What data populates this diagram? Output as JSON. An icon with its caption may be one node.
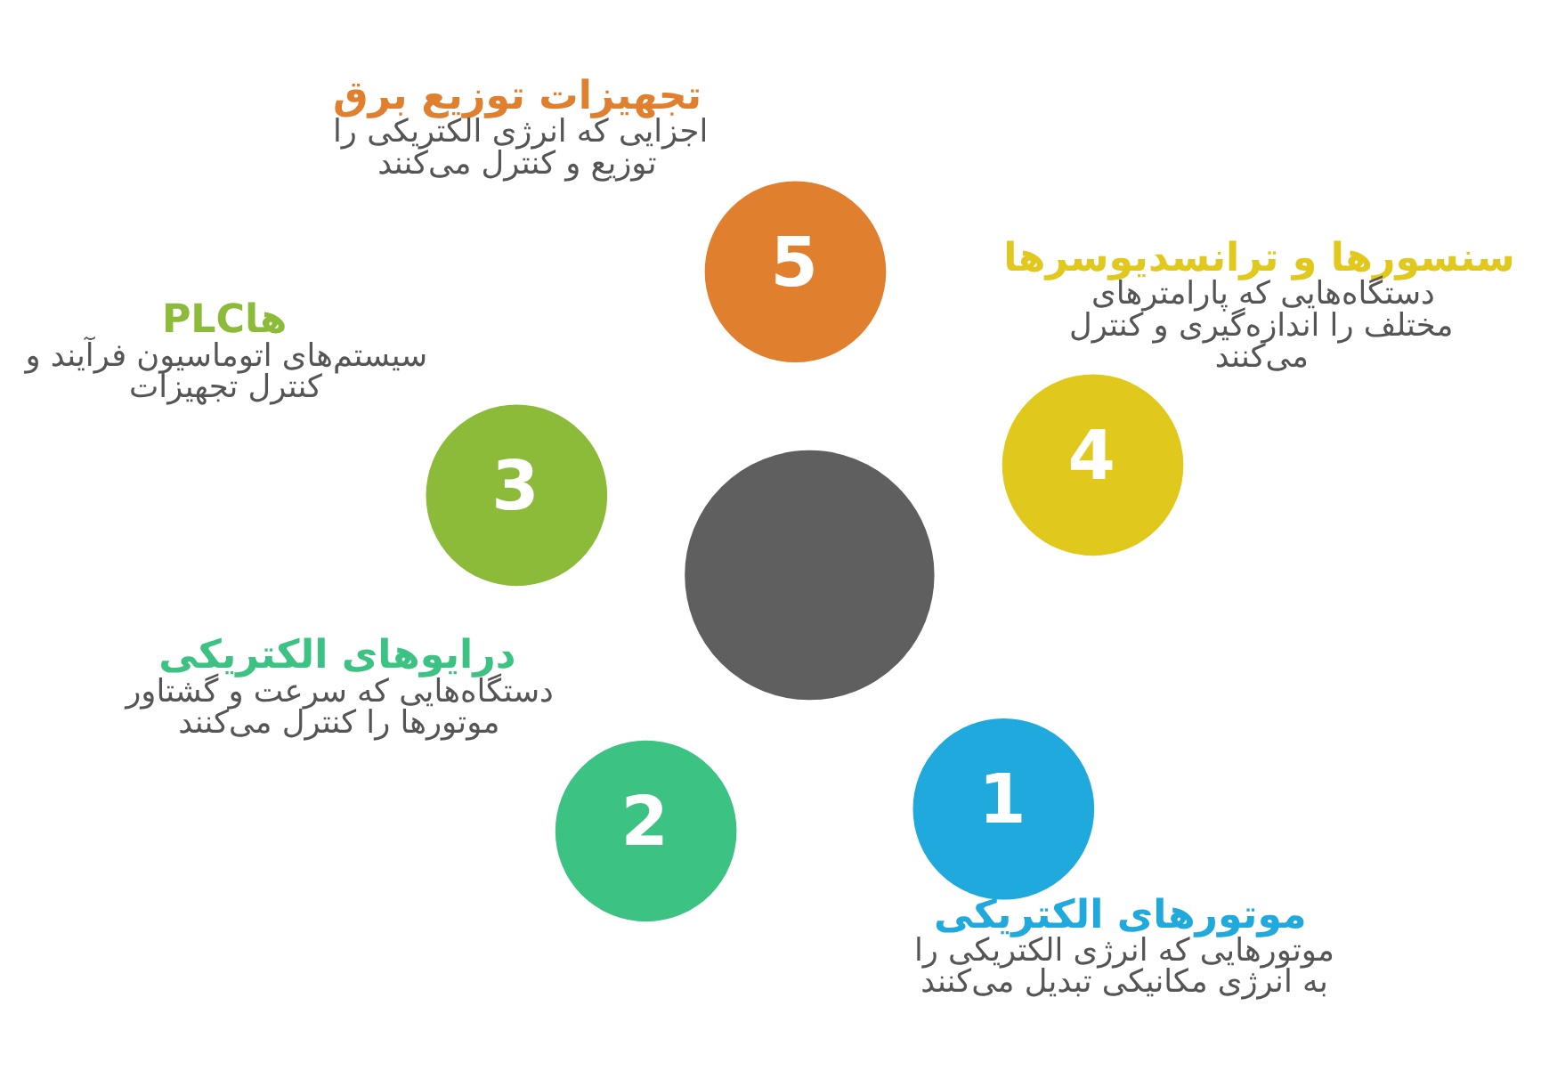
{
  "diagram": {
    "nodes": [
      {
        "text": [],
        "shape": "circle"
      },
      {
        "text": [
          "1"
        ],
        "beside": [
          "موتورهای الکتریکی",
          "موتورهایی که انرژی الکتریکی را به انرژی مکانیکی تبدیل می‌کنند"
        ]
      },
      {
        "text": [
          "2"
        ],
        "beside": [
          "درایوهای الکتریکی",
          "دستگاه‌هایی که سرعت و گشتاور موتورها را کنترل می‌کنند"
        ]
      },
      {
        "text": [
          "3"
        ],
        "beside": [
          "PLCها",
          "سیستم‌های اتوماسیون فرآیند و کنترل تجهیزات"
        ]
      },
      {
        "text": [
          "4"
        ],
        "beside": [
          "سنسورها و ترانسدیوسرها",
          "دستگاه‌هایی که پارامترهای مختلف را اندازه‌گیری و کنترل می‌کنند"
        ]
      },
      {
        "text": [
          "5"
        ],
        "beside": [
          "تجهیزات توزیع برق",
          "اجزایی که انرژی الکتریکی را توزیع و کنترل می‌کنند"
        ]
      }
    ]
  }
}
